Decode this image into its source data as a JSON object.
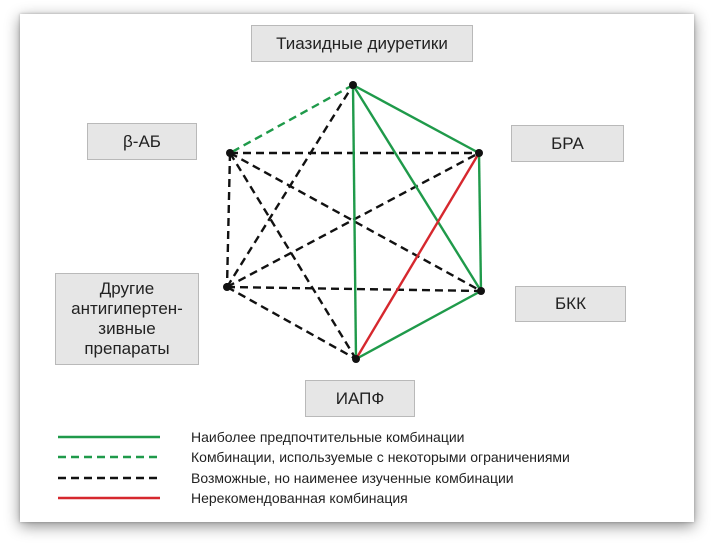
{
  "nodes": {
    "thiazide": "Тиазидные диуретики",
    "bab": "β-АБ",
    "bra": "БРА",
    "other": "Другие\nантигипертен-\nзивные\nпрепараты",
    "bkk": "БКК",
    "iapf": "ИАПФ"
  },
  "colors": {
    "preferred": "#1f9a4a",
    "limited": "#1f9a4a",
    "possible": "#111111",
    "not_recommended": "#d6282e"
  },
  "legend": [
    {
      "style": "solid-green",
      "label": "Наиболее предпочтительные комбинации"
    },
    {
      "style": "dashed-green",
      "label": "Комбинации, используемые с некоторыми ограничениями"
    },
    {
      "style": "dashed-black",
      "label": "Возможные, но наименее изученные комбинации"
    },
    {
      "style": "solid-red",
      "label": "Нерекомендованная комбинация"
    }
  ]
}
